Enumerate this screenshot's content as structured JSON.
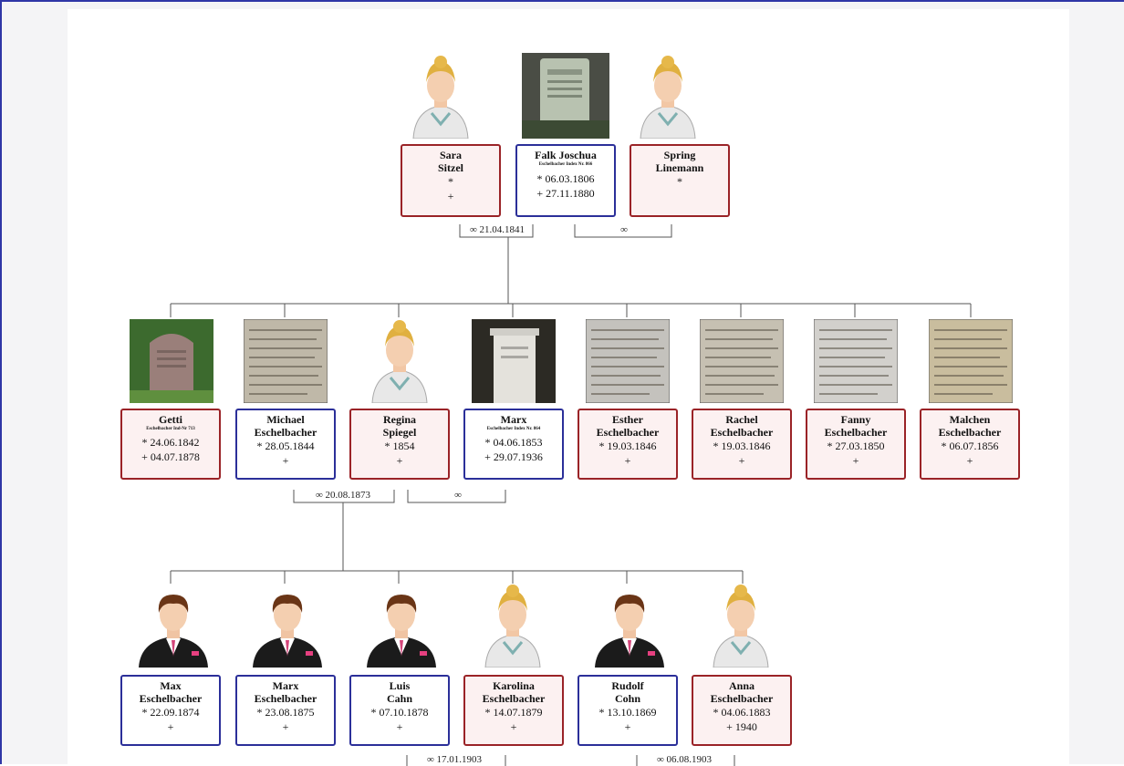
{
  "generation1": [
    {
      "id": "sara",
      "line1": "Sara",
      "line2": "Sitzel",
      "born": "*",
      "died": "+",
      "gender": "f",
      "pic": "woman-icon"
    },
    {
      "id": "falk",
      "line1": "Falk Joschua",
      "sub": "Eschelbacher Index Nr. 866",
      "born": "* 06.03.1806",
      "died": "+ 27.11.1880",
      "gender": "m",
      "pic": "gravestone-photo"
    },
    {
      "id": "spring",
      "line1": "Spring",
      "line2": "Linemann",
      "born": "*",
      "gender": "f",
      "pic": "woman-icon"
    }
  ],
  "marriages1": [
    "∞ 21.04.1841",
    "∞"
  ],
  "generation2": [
    {
      "id": "getti",
      "line1": "Getti",
      "sub": "Eschelbacher Ind-Nr 713",
      "born": "* 24.06.1842",
      "died": "+ 04.07.1878",
      "gender": "f",
      "pic": "gravestone-photo"
    },
    {
      "id": "michael",
      "line1": "Michael",
      "line2": "Eschelbacher",
      "born": "* 28.05.1844",
      "died": "+",
      "gender": "m",
      "pic": "document-scan"
    },
    {
      "id": "regina",
      "line1": "Regina",
      "line2": "Spiegel",
      "born": "* 1854",
      "died": "+",
      "gender": "f",
      "pic": "woman-icon"
    },
    {
      "id": "marx",
      "line1": "Marx",
      "sub": "Eschelbacher Index Nr. 864",
      "born": "* 04.06.1853",
      "died": "+ 29.07.1936",
      "gender": "m",
      "pic": "gravestone-photo"
    },
    {
      "id": "esther",
      "line1": "Esther",
      "line2": "Eschelbacher",
      "born": "* 19.03.1846",
      "died": "+",
      "gender": "f",
      "pic": "document-scan"
    },
    {
      "id": "rachel",
      "line1": "Rachel",
      "line2": "Eschelbacher",
      "born": "* 19.03.1846",
      "died": "+",
      "gender": "f",
      "pic": "document-scan"
    },
    {
      "id": "fanny",
      "line1": "Fanny",
      "line2": "Eschelbacher",
      "born": "* 27.03.1850",
      "died": "+",
      "gender": "f",
      "pic": "document-scan"
    },
    {
      "id": "malchen",
      "line1": "Malchen",
      "line2": "Eschelbacher",
      "born": "* 06.07.1856",
      "died": "+",
      "gender": "f",
      "pic": "document-scan"
    }
  ],
  "marriages2": [
    "∞ 20.08.1873",
    "∞"
  ],
  "generation3": [
    {
      "id": "max",
      "line1": "Max",
      "line2": "Eschelbacher",
      "born": "* 22.09.1874",
      "died": "+",
      "gender": "m",
      "pic": "man-icon"
    },
    {
      "id": "marx2",
      "line1": "Marx",
      "line2": "Eschelbacher",
      "born": "* 23.08.1875",
      "died": "+",
      "gender": "m",
      "pic": "man-icon"
    },
    {
      "id": "luis",
      "line1": "Luis",
      "line2": "Cahn",
      "born": "* 07.10.1878",
      "died": "+",
      "gender": "m",
      "pic": "man-icon"
    },
    {
      "id": "karolina",
      "line1": "Karolina",
      "line2": "Eschelbacher",
      "born": "* 14.07.1879",
      "died": "+",
      "gender": "f",
      "pic": "woman-icon"
    },
    {
      "id": "rudolf",
      "line1": "Rudolf",
      "line2": "Cohn",
      "born": "* 13.10.1869",
      "died": "+",
      "gender": "m",
      "pic": "man-icon"
    },
    {
      "id": "anna",
      "line1": "Anna",
      "line2": "Eschelbacher",
      "born": "* 04.06.1883",
      "died": "+ 1940",
      "gender": "f",
      "pic": "woman-icon"
    }
  ],
  "marriages3": [
    "∞ 17.01.1903",
    "∞ 06.08.1903"
  ],
  "colors": {
    "female_border": "#9a2327",
    "male_border": "#2b2f99",
    "female_fill": "#fcf1f1",
    "page_border": "#2f36a6"
  }
}
